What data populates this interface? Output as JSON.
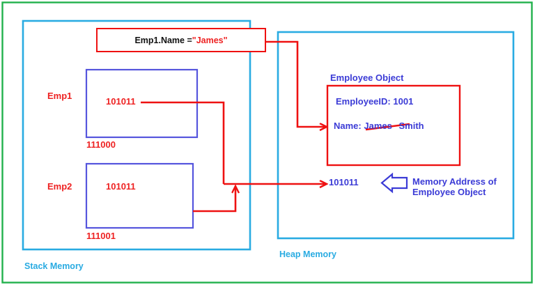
{
  "diagram": {
    "title_context": "Java string mutation in stack and heap memory",
    "outer_border_color": "#22b14c",
    "stack": {
      "label": "Stack Memory",
      "border_color": "#29abe2",
      "variables": [
        {
          "name": "Emp1",
          "value": "101011",
          "address": "111000"
        },
        {
          "name": "Emp2",
          "value": "101011",
          "address": "111001"
        }
      ],
      "box_border_color": "#5555dd",
      "value_color": "#ee2222"
    },
    "heap": {
      "label": "Heap Memory",
      "border_color": "#29abe2",
      "object_title": "Employee Object",
      "object_border_color": "#ee1111",
      "fields": [
        {
          "label": "EmployeeID:",
          "value": "1001",
          "struck": ""
        },
        {
          "label": "Name:",
          "old_value": "James",
          "value": "Smith"
        }
      ],
      "address_value": "101011",
      "address_note_line1": "Memory Address of",
      "address_note_line2": "Employee Object",
      "arrow_color": "#3b3bd6"
    },
    "statement": {
      "prefix": "Emp1.Name = ",
      "value": "\"James\"",
      "border_color": "#ee1111"
    },
    "connector_color": "#ee1111"
  }
}
